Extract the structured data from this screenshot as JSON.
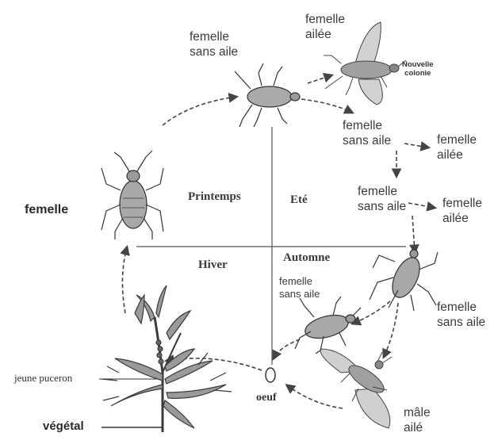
{
  "seasons": {
    "spring": "Printemps",
    "summer": "Eté",
    "winter": "Hiver",
    "autumn": "Automne"
  },
  "labels": {
    "femelle_main": "femelle",
    "top_wingless": "femelle\nsans aile",
    "top_winged": "femelle\nailée",
    "new_colony": "Nouvelle\ncolonie",
    "right1_wingless": "femelle\nsans aile",
    "right1_winged": "femelle\nailée",
    "right2_wingless": "femelle\nsans aile",
    "right2_winged": "femelle\nailée",
    "right3_wingless": "femelle\nsans aile",
    "autumn_wingless": "femelle\nsans aile",
    "male_winged": "mâle\nailé",
    "egg": "oeuf",
    "young_aphid": "jeune puceron",
    "plant": "végétal"
  }
}
